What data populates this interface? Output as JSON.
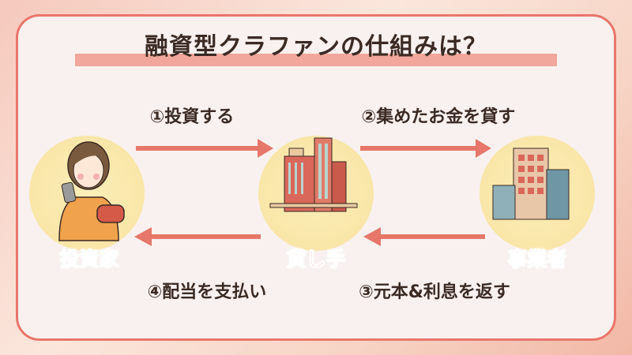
{
  "title": "融資型クラファンの仕組みは？",
  "nodes": {
    "investor": "投資家",
    "lender": "貸し手",
    "business": "事業者"
  },
  "steps": {
    "s1": "①投資する",
    "s2": "②集めたお金を貸す",
    "s3": "③元本&利息を返す",
    "s4": "④配当を支払い"
  },
  "colors": {
    "accent": "#e9766b",
    "label": "#f17f76",
    "circle": "#f8e3a1",
    "text": "#3b2a24"
  }
}
